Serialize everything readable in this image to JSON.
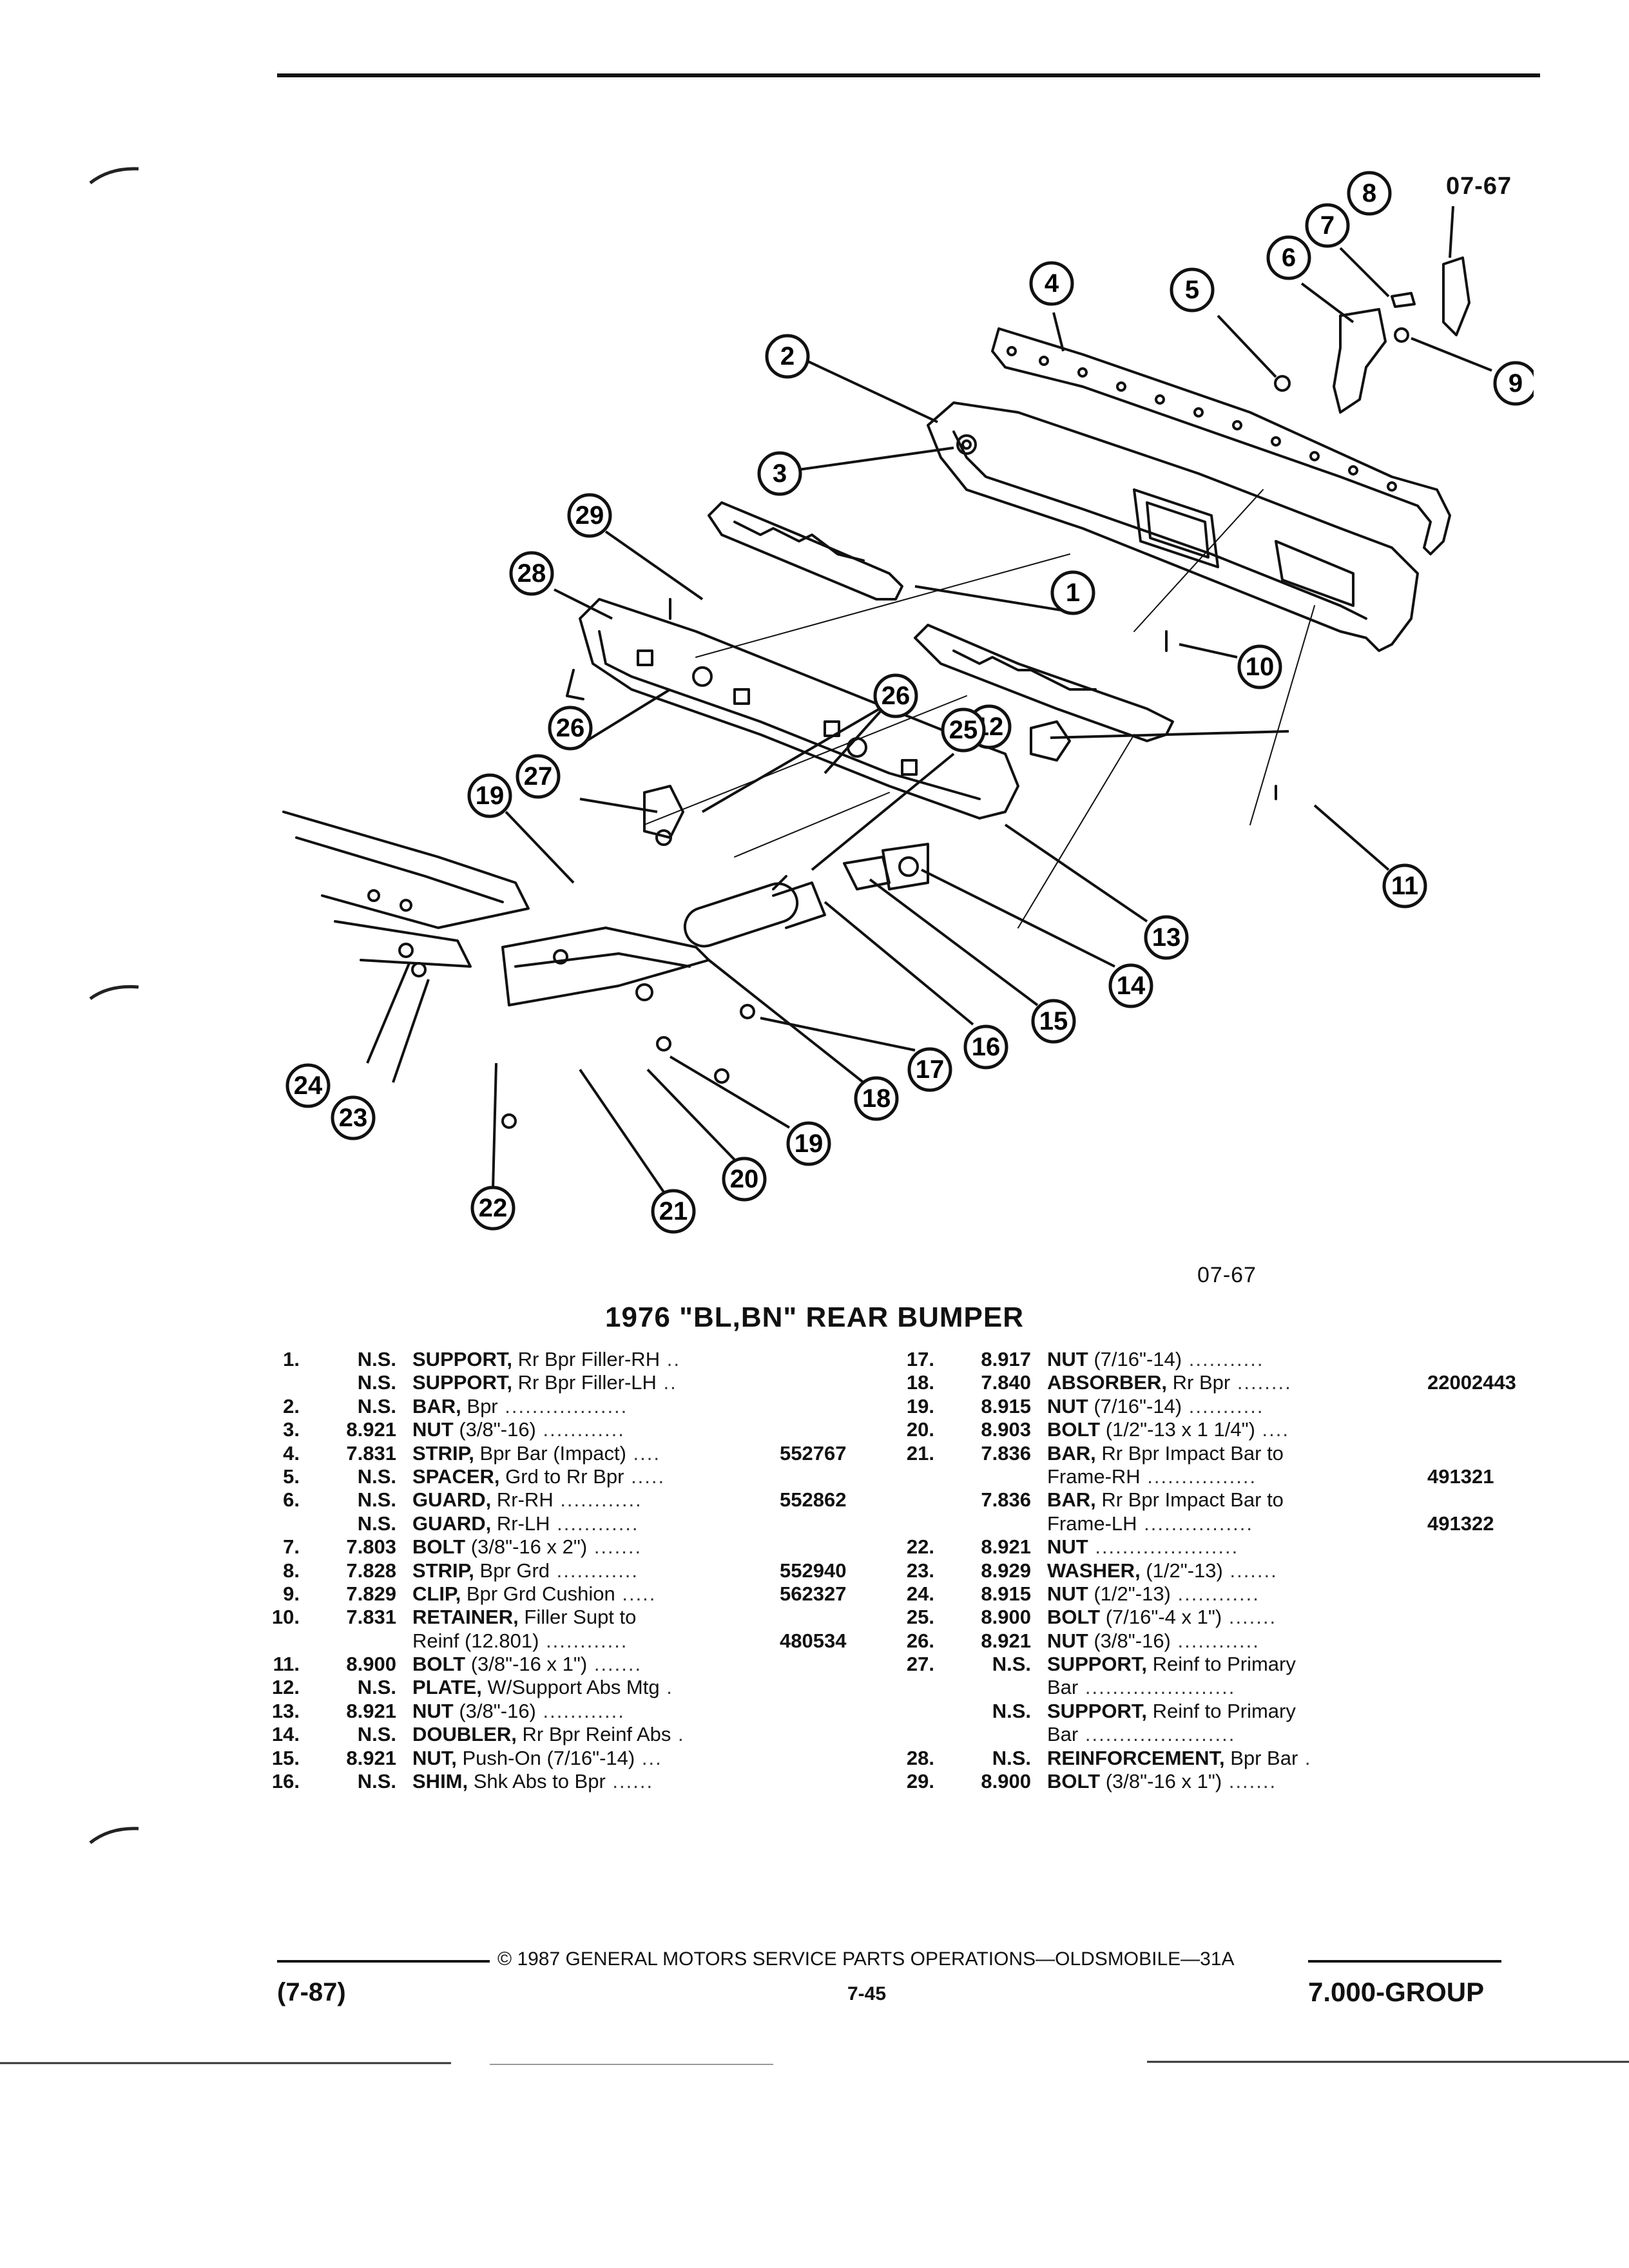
{
  "figure_code": "07-67",
  "figure_code_bottom": "07-67",
  "title": "1976 \"BL,BN\" REAR BUMPER",
  "callouts": [
    "1",
    "2",
    "3",
    "4",
    "5",
    "6",
    "7",
    "8",
    "9",
    "10",
    "11",
    "12",
    "13",
    "14",
    "15",
    "16",
    "17",
    "18",
    "19",
    "19",
    "20",
    "21",
    "22",
    "23",
    "24",
    "25",
    "26",
    "26",
    "27",
    "28",
    "29"
  ],
  "parts_left": [
    {
      "num": "1.",
      "code": "N.S.",
      "name": "SUPPORT,",
      "rest": " Rr Bpr Filler-RH",
      "dots": " ..",
      "pn": ""
    },
    {
      "num": "",
      "code": "N.S.",
      "name": "SUPPORT,",
      "rest": " Rr Bpr Filler-LH",
      "dots": " ..",
      "pn": ""
    },
    {
      "num": "2.",
      "code": "N.S.",
      "name": "BAR,",
      "rest": " Bpr",
      "dots": " ..................",
      "pn": ""
    },
    {
      "num": "3.",
      "code": "8.921",
      "name": "NUT",
      "rest": " (3/8\"-16)",
      "dots": " ............",
      "pn": ""
    },
    {
      "num": "4.",
      "code": "7.831",
      "name": "STRIP,",
      "rest": " Bpr Bar (Impact)",
      "dots": " ....",
      "pn": "552767"
    },
    {
      "num": "5.",
      "code": "N.S.",
      "name": "SPACER,",
      "rest": " Grd to Rr Bpr",
      "dots": " .....",
      "pn": ""
    },
    {
      "num": "6.",
      "code": "N.S.",
      "name": "GUARD,",
      "rest": " Rr-RH",
      "dots": " ............",
      "pn": "552862"
    },
    {
      "num": "",
      "code": "N.S.",
      "name": "GUARD,",
      "rest": " Rr-LH",
      "dots": " ............",
      "pn": ""
    },
    {
      "num": "7.",
      "code": "7.803",
      "name": "BOLT",
      "rest": " (3/8\"-16 x 2\")",
      "dots": " .......",
      "pn": ""
    },
    {
      "num": "8.",
      "code": "7.828",
      "name": "STRIP,",
      "rest": " Bpr Grd",
      "dots": " ............",
      "pn": "552940"
    },
    {
      "num": "9.",
      "code": "7.829",
      "name": "CLIP,",
      "rest": " Bpr Grd Cushion",
      "dots": " .....",
      "pn": "562327"
    },
    {
      "num": "10.",
      "code": "7.831",
      "name": "RETAINER,",
      "rest": " Filler Supt to",
      "dots": "",
      "pn": ""
    },
    {
      "num": "",
      "code": "",
      "name": "",
      "rest": "Reinf (12.801)",
      "dots": " ............",
      "pn": "480534"
    },
    {
      "num": "11.",
      "code": "8.900",
      "name": "BOLT",
      "rest": " (3/8\"-16 x 1\")",
      "dots": " .......",
      "pn": ""
    },
    {
      "num": "12.",
      "code": "N.S.",
      "name": "PLATE,",
      "rest": " W/Support Abs Mtg",
      "dots": " .",
      "pn": ""
    },
    {
      "num": "13.",
      "code": "8.921",
      "name": "NUT",
      "rest": " (3/8\"-16)",
      "dots": " ............",
      "pn": ""
    },
    {
      "num": "14.",
      "code": "N.S.",
      "name": "DOUBLER,",
      "rest": " Rr Bpr Reinf Abs",
      "dots": " .",
      "pn": ""
    },
    {
      "num": "15.",
      "code": "8.921",
      "name": "NUT,",
      "rest": " Push-On (7/16\"-14)",
      "dots": " ...",
      "pn": ""
    },
    {
      "num": "16.",
      "code": "N.S.",
      "name": "SHIM,",
      "rest": " Shk Abs to Bpr",
      "dots": " ......",
      "pn": ""
    }
  ],
  "parts_right": [
    {
      "num": "17.",
      "code": "8.917",
      "name": "NUT",
      "rest": " (7/16\"-14)",
      "dots": " ...........",
      "pn": ""
    },
    {
      "num": "18.",
      "code": "7.840",
      "name": "ABSORBER,",
      "rest": " Rr Bpr",
      "dots": " ........",
      "pn": "22002443"
    },
    {
      "num": "19.",
      "code": "8.915",
      "name": "NUT",
      "rest": " (7/16\"-14)",
      "dots": " ...........",
      "pn": ""
    },
    {
      "num": "20.",
      "code": "8.903",
      "name": "BOLT",
      "rest": " (1/2\"-13 x 1 1/4\")",
      "dots": " ....",
      "pn": ""
    },
    {
      "num": "21.",
      "code": "7.836",
      "name": "BAR,",
      "rest": " Rr Bpr Impact Bar to",
      "dots": "",
      "pn": ""
    },
    {
      "num": "",
      "code": "",
      "name": "",
      "rest": "Frame-RH",
      "dots": " ................",
      "pn": "491321"
    },
    {
      "num": "",
      "code": "7.836",
      "name": "BAR,",
      "rest": " Rr Bpr Impact Bar to",
      "dots": "",
      "pn": ""
    },
    {
      "num": "",
      "code": "",
      "name": "",
      "rest": "Frame-LH",
      "dots": " ................",
      "pn": "491322"
    },
    {
      "num": "22.",
      "code": "8.921",
      "name": "NUT",
      "rest": "",
      "dots": " .....................",
      "pn": ""
    },
    {
      "num": "23.",
      "code": "8.929",
      "name": "WASHER,",
      "rest": " (1/2\"-13)",
      "dots": " .......",
      "pn": ""
    },
    {
      "num": "24.",
      "code": "8.915",
      "name": "NUT",
      "rest": " (1/2\"-13)",
      "dots": " ............",
      "pn": ""
    },
    {
      "num": "25.",
      "code": "8.900",
      "name": "BOLT",
      "rest": " (7/16\"-4 x 1\")",
      "dots": " .......",
      "pn": ""
    },
    {
      "num": "26.",
      "code": "8.921",
      "name": "NUT",
      "rest": " (3/8\"-16)",
      "dots": " ............",
      "pn": ""
    },
    {
      "num": "27.",
      "code": "N.S.",
      "name": "SUPPORT,",
      "rest": " Reinf to Primary",
      "dots": "",
      "pn": ""
    },
    {
      "num": "",
      "code": "",
      "name": "",
      "rest": "Bar",
      "dots": " ......................",
      "pn": ""
    },
    {
      "num": "",
      "code": "N.S.",
      "name": "SUPPORT,",
      "rest": " Reinf to Primary",
      "dots": "",
      "pn": ""
    },
    {
      "num": "",
      "code": "",
      "name": "",
      "rest": "Bar",
      "dots": " ......................",
      "pn": ""
    },
    {
      "num": "28.",
      "code": "N.S.",
      "name": "REINFORCEMENT,",
      "rest": " Bpr Bar",
      "dots": " .",
      "pn": ""
    },
    {
      "num": "29.",
      "code": "8.900",
      "name": "BOLT",
      "rest": " (3/8\"-16 x 1\")",
      "dots": " .......",
      "pn": ""
    }
  ],
  "footer": {
    "copyright": "© 1987 GENERAL MOTORS SERVICE PARTS OPERATIONS—OLDSMOBILE—31A",
    "date": "(7-87)",
    "page": "7-45",
    "group": "7.000-GROUP"
  }
}
